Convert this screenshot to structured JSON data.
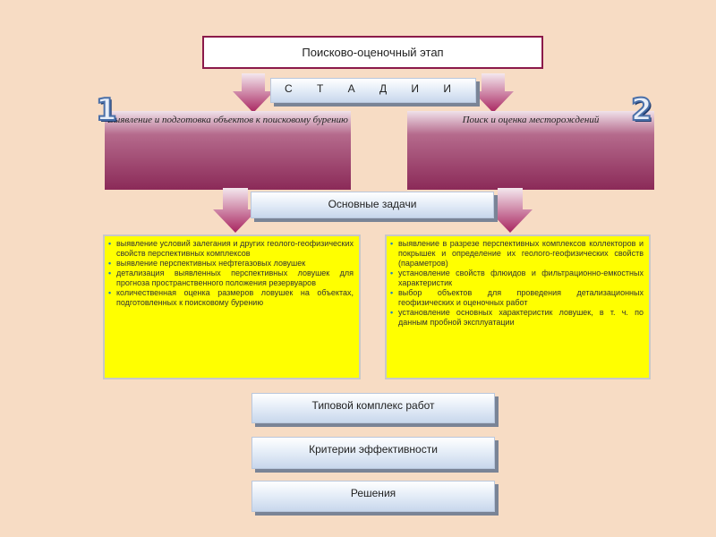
{
  "header": {
    "title": "Поисково-оценочный этап"
  },
  "stages_label": "С Т А Д И И",
  "stage1": {
    "number": "1",
    "title": "Выявление и подготовка объектов к поисковому бурению"
  },
  "stage2": {
    "number": "2",
    "title": "Поиск и оценка месторождений"
  },
  "tasks_label": "Основные задачи",
  "left_tasks": [
    "выявление условий залегания и других геолого-геофизических свойств перспективных комплексов",
    "выявление перспективных нефтегазовых ловушек",
    "детализация выявленных перспективных ловушек для прогноза пространственного положения резервуаров",
    "количественная оценка размеров ловушек на объектах, подготовленных к поисковому бурению"
  ],
  "right_tasks": [
    "выявление в разрезе перспективных комплексов коллекторов и покрышек и определение их геолого-геофизических свойств (параметров)",
    "установление свойств флюидов и фильтрационно-емкостных характеристик",
    "выбор объектов для проведения детализационных геофизических и оценочных работ",
    "установление основных характеристик ловушек, в т. ч. по данным пробной эксплуатации"
  ],
  "bottom": {
    "works": "Типовой комплекс работ",
    "criteria": "Критерии эффективности",
    "decisions": "Решения"
  },
  "colors": {
    "background": "#f7dcc4",
    "stage": "#8b2a58",
    "tasks": "#ffff00",
    "accent": "#4a6fa8"
  }
}
